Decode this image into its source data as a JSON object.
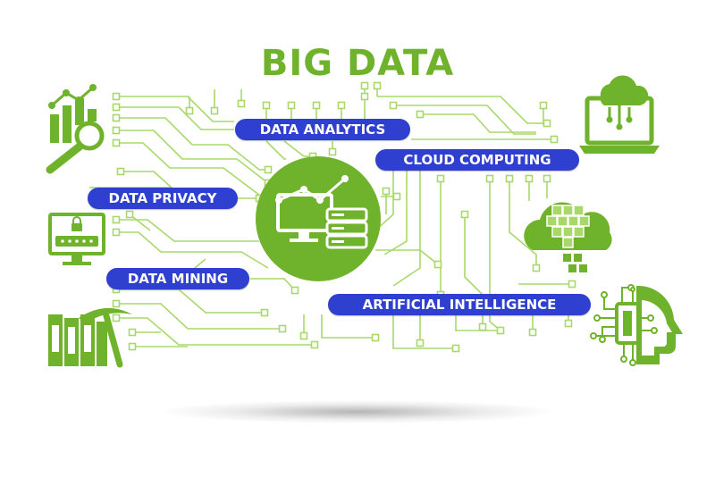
{
  "title": "BIG DATA",
  "labels": {
    "data_analytics": "DATA ANALYTICS",
    "cloud_computing": "CLOUD COMPUTING",
    "data_privacy": "DATA PRIVACY",
    "data_mining": "DATA MINING",
    "artificial_intelligence": "ARTIFICIAL INTELLIGENCE"
  },
  "colors": {
    "primary_green": "#6fb22b",
    "line_green": "#a8d86a",
    "label_blue": "#2f3fd0",
    "label_text": "#ffffff"
  },
  "icons": [
    "analytics-magnifier-icon",
    "laptop-cloud-icon",
    "monitor-lock-password-icon",
    "cloud-cubes-icon",
    "books-pickaxe-icon",
    "ai-head-circuit-icon",
    "server-database-chart-icon"
  ]
}
